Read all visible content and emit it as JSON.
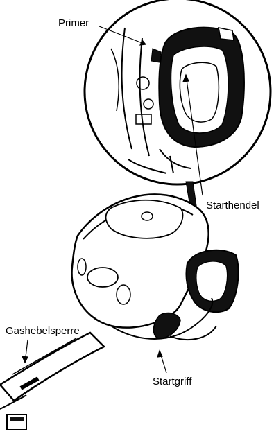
{
  "labels": {
    "primer": "Primer",
    "starthendel": "Starthendel",
    "gashebelsperre": "Gashebelsperre",
    "startgriff": "Startgriff"
  },
  "colors": {
    "line": "#000000",
    "fill_dark": "#111111",
    "background": "#ffffff"
  }
}
